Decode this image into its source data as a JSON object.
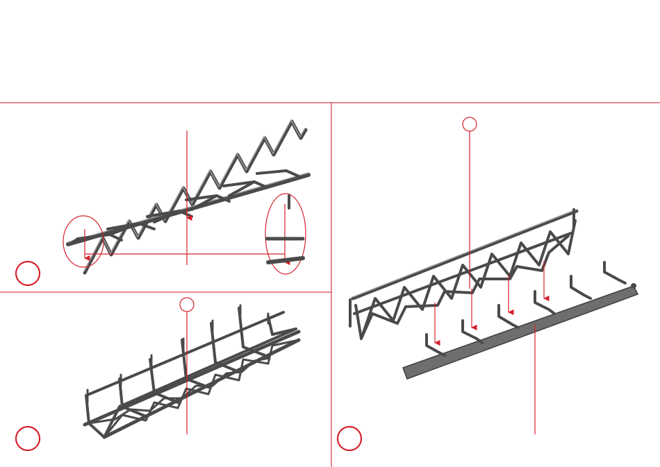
{
  "colors": {
    "accent": "#d4202b",
    "divider": "#c8102e",
    "part_dark": "#4a4a4a",
    "part_light": "#9a9a9a",
    "plate": "#6e6e6e",
    "background": "#ffffff"
  },
  "panels": [
    {
      "id": "panel-top-left",
      "step_label": ""
    },
    {
      "id": "panel-bottom-left",
      "step_label": ""
    },
    {
      "id": "panel-right",
      "step_label": ""
    }
  ],
  "icons": [
    "step-number-circle",
    "part-callout-circle",
    "detail-zoom-ellipse",
    "down-arrow"
  ]
}
